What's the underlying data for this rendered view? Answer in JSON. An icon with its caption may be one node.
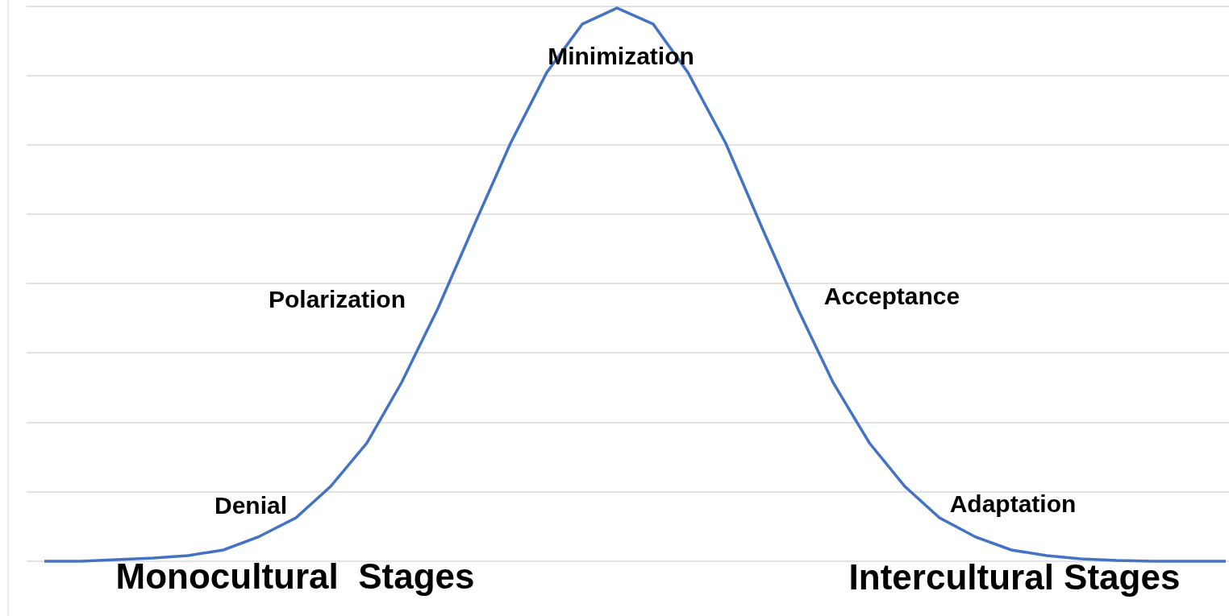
{
  "diagram": {
    "labels": [
      "Minimization",
      "Polarization",
      "Acceptance",
      "Denial",
      "Adaptation",
      "Monocultural  Stages",
      "Intercultural Stages"
    ]
  }
}
